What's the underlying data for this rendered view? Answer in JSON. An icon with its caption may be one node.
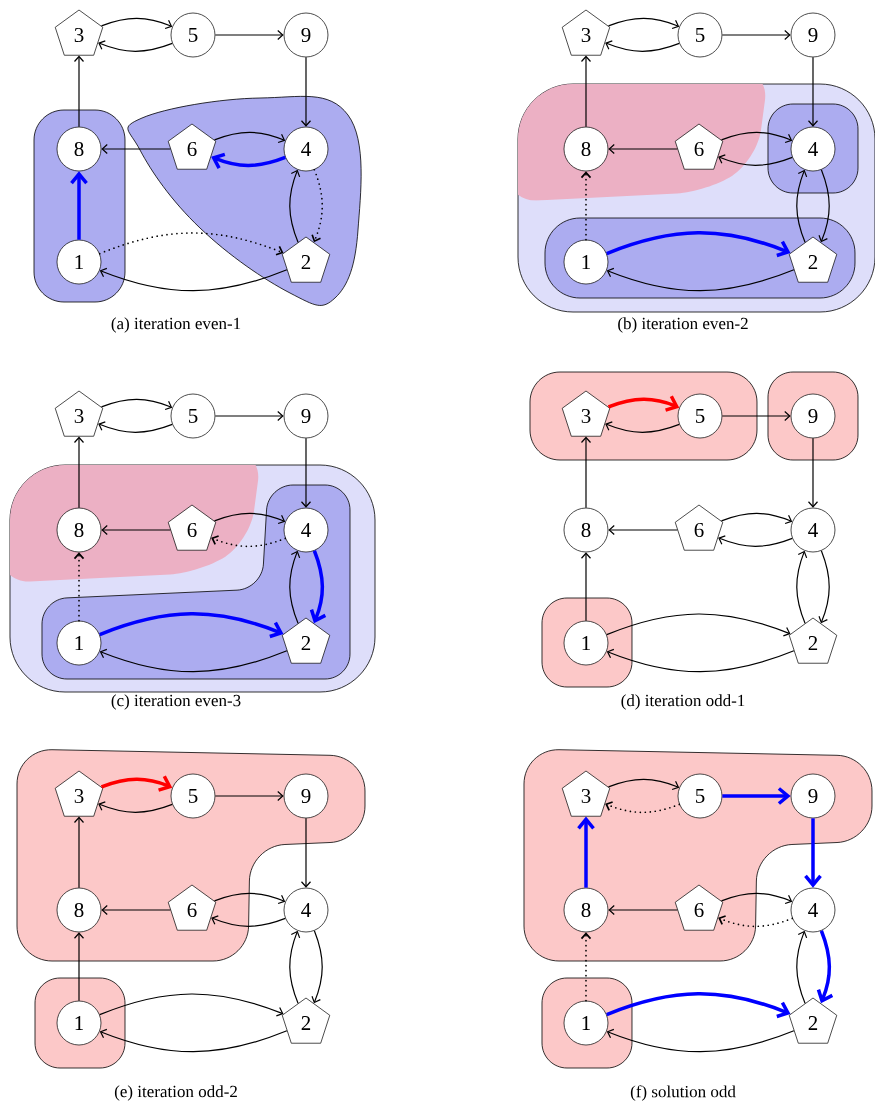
{
  "diagram": {
    "nodes": [
      {
        "text": [],
        "shape": "blob"
      },
      {
        "text": [],
        "shape": "blob"
      },
      {
        "text": [
          "3"
        ]
      },
      {
        "text": [
          "5"
        ]
      },
      {
        "text": [
          "9"
        ]
      },
      {
        "text": [
          "8"
        ],
        "in": 0
      },
      {
        "text": [
          "6"
        ],
        "in": 1
      },
      {
        "text": [
          "4"
        ],
        "in": 1
      },
      {
        "text": [
          "1"
        ],
        "in": 0
      },
      {
        "text": [
          "2"
        ],
        "in": 1
      },
      {
        "text": [],
        "shape": "blob"
      },
      {
        "text": [],
        "shape": "blob",
        "in": 10
      },
      {
        "text": [],
        "shape": "blob",
        "in": 10
      },
      {
        "text": [],
        "shape": "blob",
        "in": 10
      },
      {
        "text": [
          "3"
        ]
      },
      {
        "text": [
          "5"
        ]
      },
      {
        "text": [
          "9"
        ]
      },
      {
        "text": [
          "8"
        ],
        "in": 11
      },
      {
        "text": [
          "6"
        ],
        "in": 11
      },
      {
        "text": [
          "4"
        ],
        "in": 12
      },
      {
        "text": [
          "1"
        ],
        "in": 13
      },
      {
        "text": [
          "2"
        ],
        "in": 13
      },
      {
        "text": [],
        "shape": "blob"
      },
      {
        "text": [],
        "shape": "blob",
        "in": 22
      },
      {
        "text": [],
        "shape": "blob",
        "in": 22
      },
      {
        "text": [
          "3"
        ]
      },
      {
        "text": [
          "5"
        ]
      },
      {
        "text": [
          "9"
        ]
      },
      {
        "text": [
          "8"
        ],
        "in": 23
      },
      {
        "text": [
          "6"
        ],
        "in": 23
      },
      {
        "text": [
          "4"
        ],
        "in": 24
      },
      {
        "text": [
          "1"
        ],
        "in": 24
      },
      {
        "text": [
          "2"
        ],
        "in": 24
      },
      {
        "text": [],
        "shape": "blob"
      },
      {
        "text": [],
        "shape": "blob"
      },
      {
        "text": [],
        "shape": "blob"
      },
      {
        "text": [
          "3"
        ],
        "in": 33
      },
      {
        "text": [
          "5"
        ],
        "in": 33
      },
      {
        "text": [
          "9"
        ],
        "in": 34
      },
      {
        "text": [
          "8"
        ]
      },
      {
        "text": [
          "6"
        ]
      },
      {
        "text": [
          "4"
        ]
      },
      {
        "text": [
          "1"
        ],
        "in": 35
      },
      {
        "text": [
          "2"
        ]
      },
      {
        "text": [],
        "shape": "blob"
      },
      {
        "text": [],
        "shape": "blob"
      },
      {
        "text": [
          "3"
        ],
        "in": 44
      },
      {
        "text": [
          "5"
        ],
        "in": 44
      },
      {
        "text": [
          "9"
        ],
        "in": 44
      },
      {
        "text": [
          "8"
        ],
        "in": 44
      },
      {
        "text": [
          "6"
        ],
        "in": 44
      },
      {
        "text": [
          "4"
        ]
      },
      {
        "text": [
          "1"
        ],
        "in": 45
      },
      {
        "text": [
          "2"
        ]
      },
      {
        "text": [],
        "shape": "blob"
      },
      {
        "text": [],
        "shape": "blob"
      },
      {
        "text": [
          "3"
        ],
        "in": 54
      },
      {
        "text": [
          "5"
        ],
        "in": 54
      },
      {
        "text": [
          "9"
        ],
        "in": 54
      },
      {
        "text": [
          "8"
        ],
        "in": 54
      },
      {
        "text": [
          "6"
        ],
        "in": 54
      },
      {
        "text": [
          "4"
        ]
      },
      {
        "text": [
          "1"
        ],
        "in": 55
      },
      {
        "text": [
          "2"
        ]
      }
    ],
    "edges": [
      {
        "from": 2,
        "to": 3,
        "arrow": "to"
      },
      {
        "from": 3,
        "to": 2,
        "arrow": "to"
      },
      {
        "from": 3,
        "to": 4,
        "arrow": "to"
      },
      {
        "from": 4,
        "to": 7,
        "arrow": "to"
      },
      {
        "from": 5,
        "to": 2,
        "arrow": "to"
      },
      {
        "from": 6,
        "to": 5,
        "arrow": "to"
      },
      {
        "from": 6,
        "to": 7,
        "arrow": "to"
      },
      {
        "from": 7,
        "to": 6,
        "arrow": "to",
        "style": "thick",
        "color": "#0000ff"
      },
      {
        "from": 8,
        "to": 5,
        "arrow": "to",
        "style": "thick",
        "color": "#0000ff"
      },
      {
        "from": 7,
        "to": 9,
        "arrow": "to",
        "style": "dashed"
      },
      {
        "from": 9,
        "to": 7,
        "arrow": "to"
      },
      {
        "from": 8,
        "to": 9,
        "arrow": "to",
        "style": "dashed"
      },
      {
        "from": 9,
        "to": 8,
        "arrow": "to"
      },
      {
        "from": 14,
        "to": 15,
        "arrow": "to"
      },
      {
        "from": 15,
        "to": 14,
        "arrow": "to"
      },
      {
        "from": 15,
        "to": 16,
        "arrow": "to"
      },
      {
        "from": 16,
        "to": 19,
        "arrow": "to"
      },
      {
        "from": 17,
        "to": 14,
        "arrow": "to"
      },
      {
        "from": 18,
        "to": 17,
        "arrow": "to"
      },
      {
        "from": 18,
        "to": 19,
        "arrow": "to"
      },
      {
        "from": 19,
        "to": 18,
        "arrow": "to"
      },
      {
        "from": 20,
        "to": 17,
        "arrow": "to",
        "style": "dashed"
      },
      {
        "from": 19,
        "to": 21,
        "arrow": "to"
      },
      {
        "from": 21,
        "to": 19,
        "arrow": "to"
      },
      {
        "from": 20,
        "to": 21,
        "arrow": "to",
        "style": "thick",
        "color": "#0000ff"
      },
      {
        "from": 21,
        "to": 20,
        "arrow": "to"
      },
      {
        "from": 25,
        "to": 26,
        "arrow": "to"
      },
      {
        "from": 26,
        "to": 25,
        "arrow": "to"
      },
      {
        "from": 26,
        "to": 27,
        "arrow": "to"
      },
      {
        "from": 27,
        "to": 30,
        "arrow": "to"
      },
      {
        "from": 28,
        "to": 25,
        "arrow": "to"
      },
      {
        "from": 29,
        "to": 28,
        "arrow": "to"
      },
      {
        "from": 29,
        "to": 30,
        "arrow": "to"
      },
      {
        "from": 30,
        "to": 29,
        "arrow": "to",
        "style": "dashed"
      },
      {
        "from": 31,
        "to": 28,
        "arrow": "to",
        "style": "dashed"
      },
      {
        "from": 30,
        "to": 32,
        "arrow": "to",
        "style": "thick",
        "color": "#0000ff"
      },
      {
        "from": 32,
        "to": 30,
        "arrow": "to"
      },
      {
        "from": 31,
        "to": 32,
        "arrow": "to",
        "style": "thick",
        "color": "#0000ff"
      },
      {
        "from": 32,
        "to": 31,
        "arrow": "to"
      },
      {
        "from": 36,
        "to": 37,
        "arrow": "to",
        "style": "thick",
        "color": "#ff0000"
      },
      {
        "from": 37,
        "to": 36,
        "arrow": "to"
      },
      {
        "from": 37,
        "to": 38,
        "arrow": "to"
      },
      {
        "from": 38,
        "to": 41,
        "arrow": "to"
      },
      {
        "from": 39,
        "to": 36,
        "arrow": "to"
      },
      {
        "from": 40,
        "to": 39,
        "arrow": "to"
      },
      {
        "from": 40,
        "to": 41,
        "arrow": "to"
      },
      {
        "from": 41,
        "to": 40,
        "arrow": "to"
      },
      {
        "from": 42,
        "to": 39,
        "arrow": "to"
      },
      {
        "from": 41,
        "to": 43,
        "arrow": "to"
      },
      {
        "from": 43,
        "to": 41,
        "arrow": "to"
      },
      {
        "from": 42,
        "to": 43,
        "arrow": "to"
      },
      {
        "from": 43,
        "to": 42,
        "arrow": "to"
      },
      {
        "from": 46,
        "to": 47,
        "arrow": "to",
        "style": "thick",
        "color": "#ff0000"
      },
      {
        "from": 47,
        "to": 46,
        "arrow": "to"
      },
      {
        "from": 47,
        "to": 48,
        "arrow": "to"
      },
      {
        "from": 48,
        "to": 51,
        "arrow": "to"
      },
      {
        "from": 49,
        "to": 46,
        "arrow": "to"
      },
      {
        "from": 50,
        "to": 49,
        "arrow": "to"
      },
      {
        "from": 50,
        "to": 51,
        "arrow": "to"
      },
      {
        "from": 51,
        "to": 50,
        "arrow": "to"
      },
      {
        "from": 52,
        "to": 49,
        "arrow": "to"
      },
      {
        "from": 51,
        "to": 53,
        "arrow": "to"
      },
      {
        "from": 53,
        "to": 51,
        "arrow": "to"
      },
      {
        "from": 52,
        "to": 53,
        "arrow": "to"
      },
      {
        "from": 53,
        "to": 52,
        "arrow": "to"
      },
      {
        "from": 56,
        "to": 57,
        "arrow": "to"
      },
      {
        "from": 57,
        "to": 56,
        "arrow": "to",
        "style": "dashed"
      },
      {
        "from": 57,
        "to": 58,
        "arrow": "to",
        "style": "thick",
        "color": "#0000ff"
      },
      {
        "from": 58,
        "to": 61,
        "arrow": "to",
        "style": "thick",
        "color": "#0000ff"
      },
      {
        "from": 59,
        "to": 56,
        "arrow": "to",
        "style": "thick",
        "color": "#0000ff"
      },
      {
        "from": 60,
        "to": 59,
        "arrow": "to"
      },
      {
        "from": 60,
        "to": 61,
        "arrow": "to"
      },
      {
        "from": 61,
        "to": 60,
        "arrow": "to",
        "style": "dashed"
      },
      {
        "from": 62,
        "to": 59,
        "arrow": "to",
        "style": "dashed"
      },
      {
        "from": 61,
        "to": 63,
        "arrow": "to",
        "style": "thick",
        "color": "#0000ff"
      },
      {
        "from": 63,
        "to": 61,
        "arrow": "to"
      },
      {
        "from": 62,
        "to": 63,
        "arrow": "to",
        "style": "thick",
        "color": "#0000ff"
      },
      {
        "from": 63,
        "to": 62,
        "arrow": "to"
      }
    ],
    "labels": [
      "(a) iteration even-1",
      "(b) iteration even-2",
      "(c) iteration even-3",
      "(d) iteration odd-1",
      "(e) iteration odd-2",
      "(f) solution odd"
    ]
  }
}
